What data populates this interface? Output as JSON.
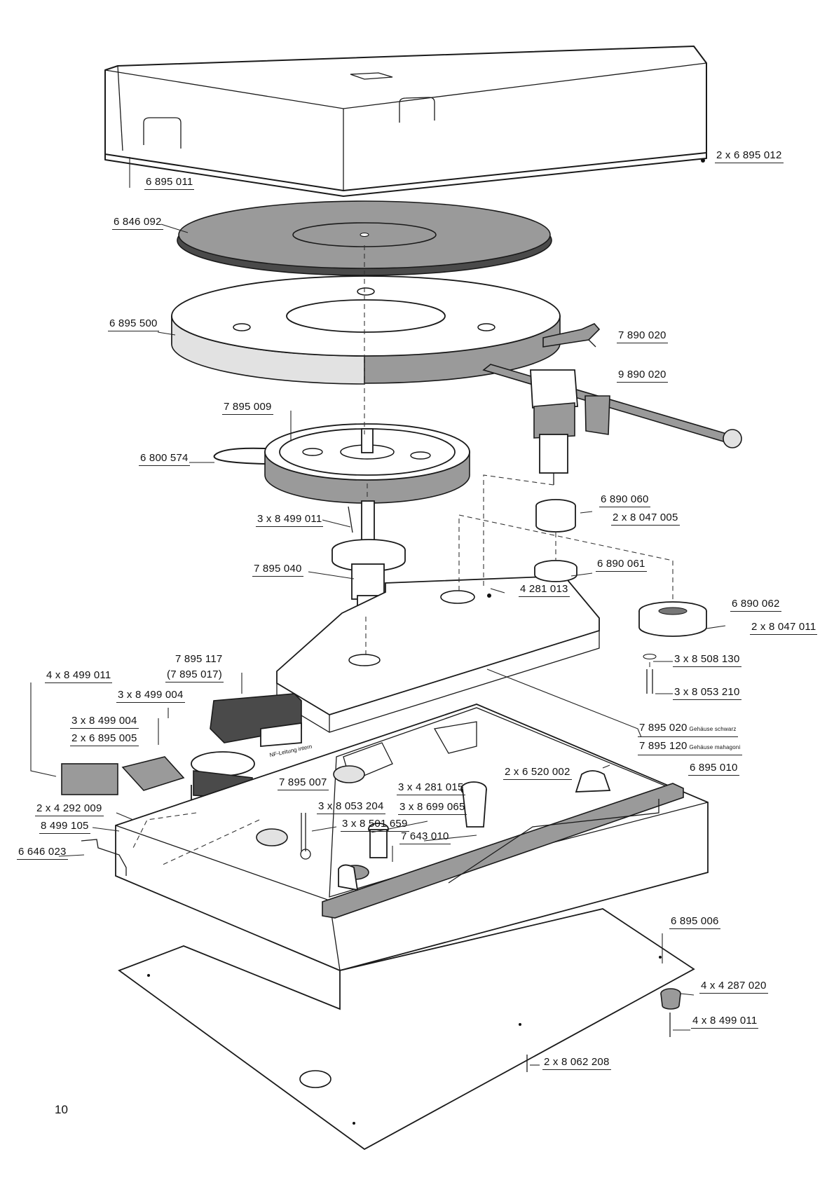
{
  "page": {
    "number": "10"
  },
  "parts": [
    {
      "id": "dust-cover",
      "label": "6 895 011"
    },
    {
      "id": "cover-hinge-screws",
      "label": "2 x 6 895 012"
    },
    {
      "id": "platter-mat",
      "label": "6 846 092"
    },
    {
      "id": "platter",
      "label": "6 895 500"
    },
    {
      "id": "arm-rest",
      "label": "7 890 020"
    },
    {
      "id": "tonearm",
      "label": "9 890 020"
    },
    {
      "id": "subplatter",
      "label": "7 895 009"
    },
    {
      "id": "drive-belt",
      "label": "6 800 574"
    },
    {
      "id": "bearing-screws",
      "label": "3 x 8 499 011"
    },
    {
      "id": "main-bearing",
      "label": "7 895 040"
    },
    {
      "id": "arm-collar",
      "label": "6 890 060"
    },
    {
      "id": "collar-set-screws",
      "label": "2 x 8 047 005"
    },
    {
      "id": "arm-nut",
      "label": "6 890 061"
    },
    {
      "id": "chassis-grommet",
      "label": "4 281 013"
    },
    {
      "id": "arm-base",
      "label": "6 890 062"
    },
    {
      "id": "arm-base-set-screws",
      "label": "2 x 8 047 011"
    },
    {
      "id": "washers",
      "label": "3 x 8 508 130"
    },
    {
      "id": "chassis-screws",
      "label": "3 x 8 053 210"
    },
    {
      "id": "switch-block",
      "label": "7 895 117",
      "alt": "(7 895 017)"
    },
    {
      "id": "block-screws-left",
      "label": "4 x 8 499 011"
    },
    {
      "id": "block-screws-a",
      "label": "3 x 8 499 004"
    },
    {
      "id": "block-screws-b",
      "label": "3 x 8 499 004"
    },
    {
      "id": "cable-clamps",
      "label": "2 x 6 895 005"
    },
    {
      "id": "hinges",
      "label": "2 x 4 292 009"
    },
    {
      "id": "single-screw",
      "label": "8 499 105"
    },
    {
      "id": "bracket",
      "label": "6 646 023"
    },
    {
      "id": "housing-black",
      "label": "7 895 020",
      "note": "Gehäuse schwarz"
    },
    {
      "id": "housing-mahogany",
      "label": "7 895 120",
      "note": "Gehäuse mahagoni"
    },
    {
      "id": "top-board",
      "label": "6 895 010"
    },
    {
      "id": "motor-pulley",
      "label": "7 895 007"
    },
    {
      "id": "grommets",
      "label": "3 x 4 281 015"
    },
    {
      "id": "cue-knobs",
      "label": "2 x 6 520 002"
    },
    {
      "id": "long-screws",
      "label": "3 x 8 053 204"
    },
    {
      "id": "spring-feet",
      "label": "3 x 8 699 065"
    },
    {
      "id": "spacer-washers",
      "label": "3 x 8 501 659"
    },
    {
      "id": "speed-control",
      "label": "7 643 010"
    },
    {
      "id": "bottom-plate",
      "label": "6 895 006"
    },
    {
      "id": "feet",
      "label": "4 x 4 287 020"
    },
    {
      "id": "feet-screws",
      "label": "4 x 8 499 011"
    },
    {
      "id": "bottom-screws",
      "label": "2 x 8 062 208"
    }
  ],
  "annotations": {
    "internal_lead": "NF-Leitung intern"
  }
}
